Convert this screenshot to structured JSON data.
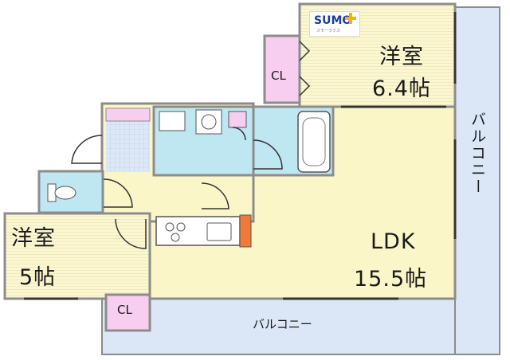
{
  "logo": {
    "text": "SUMO",
    "sub": "スモーラクス"
  },
  "rooms": {
    "western_room_1": {
      "name": "洋室",
      "size": "6.4帖"
    },
    "western_room_2": {
      "name": "洋室",
      "size": "5帖"
    },
    "ldk": {
      "name": "LDK",
      "size": "15.5帖"
    },
    "closet_1": "CL",
    "closet_2": "CL",
    "balcony_side": "バルコニー",
    "balcony_bottom": "バルコニー"
  },
  "colors": {
    "room": "#fbf7d2",
    "ldk": "#fbf6c8",
    "closet": "#f7cdf0",
    "wet_area": "#bfe7f2",
    "balcony": "#dbe7f6",
    "wall": "#8c8c8c",
    "kitchen_accent": "#f07a3a"
  }
}
